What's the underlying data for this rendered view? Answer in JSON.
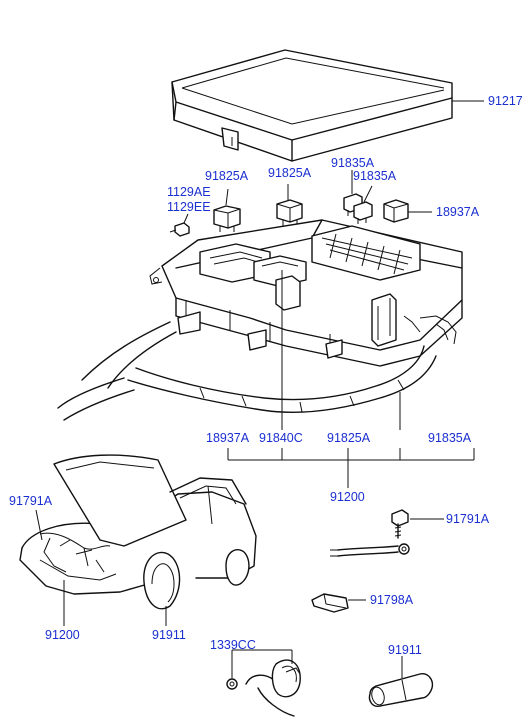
{
  "labels": {
    "cover": "91217",
    "relay_1": "91825A",
    "relay_2": "91825A",
    "fuse_1": "91835A",
    "fuse_2": "91835A",
    "connector_top": "18937A",
    "bolt_1": "1129AE",
    "bolt_2": "1129EE",
    "callout_18937a": "18937A",
    "callout_91840c": "91840C",
    "callout_91825a": "91825A",
    "callout_91835a": "91835A",
    "assembly": "91200",
    "car_91791a": "91791A",
    "car_91200": "91200",
    "car_91911": "91911",
    "ground_bolt": "91791A",
    "ground_cable_clip": "91798A",
    "screw": "1339CC",
    "tube": "91911"
  }
}
